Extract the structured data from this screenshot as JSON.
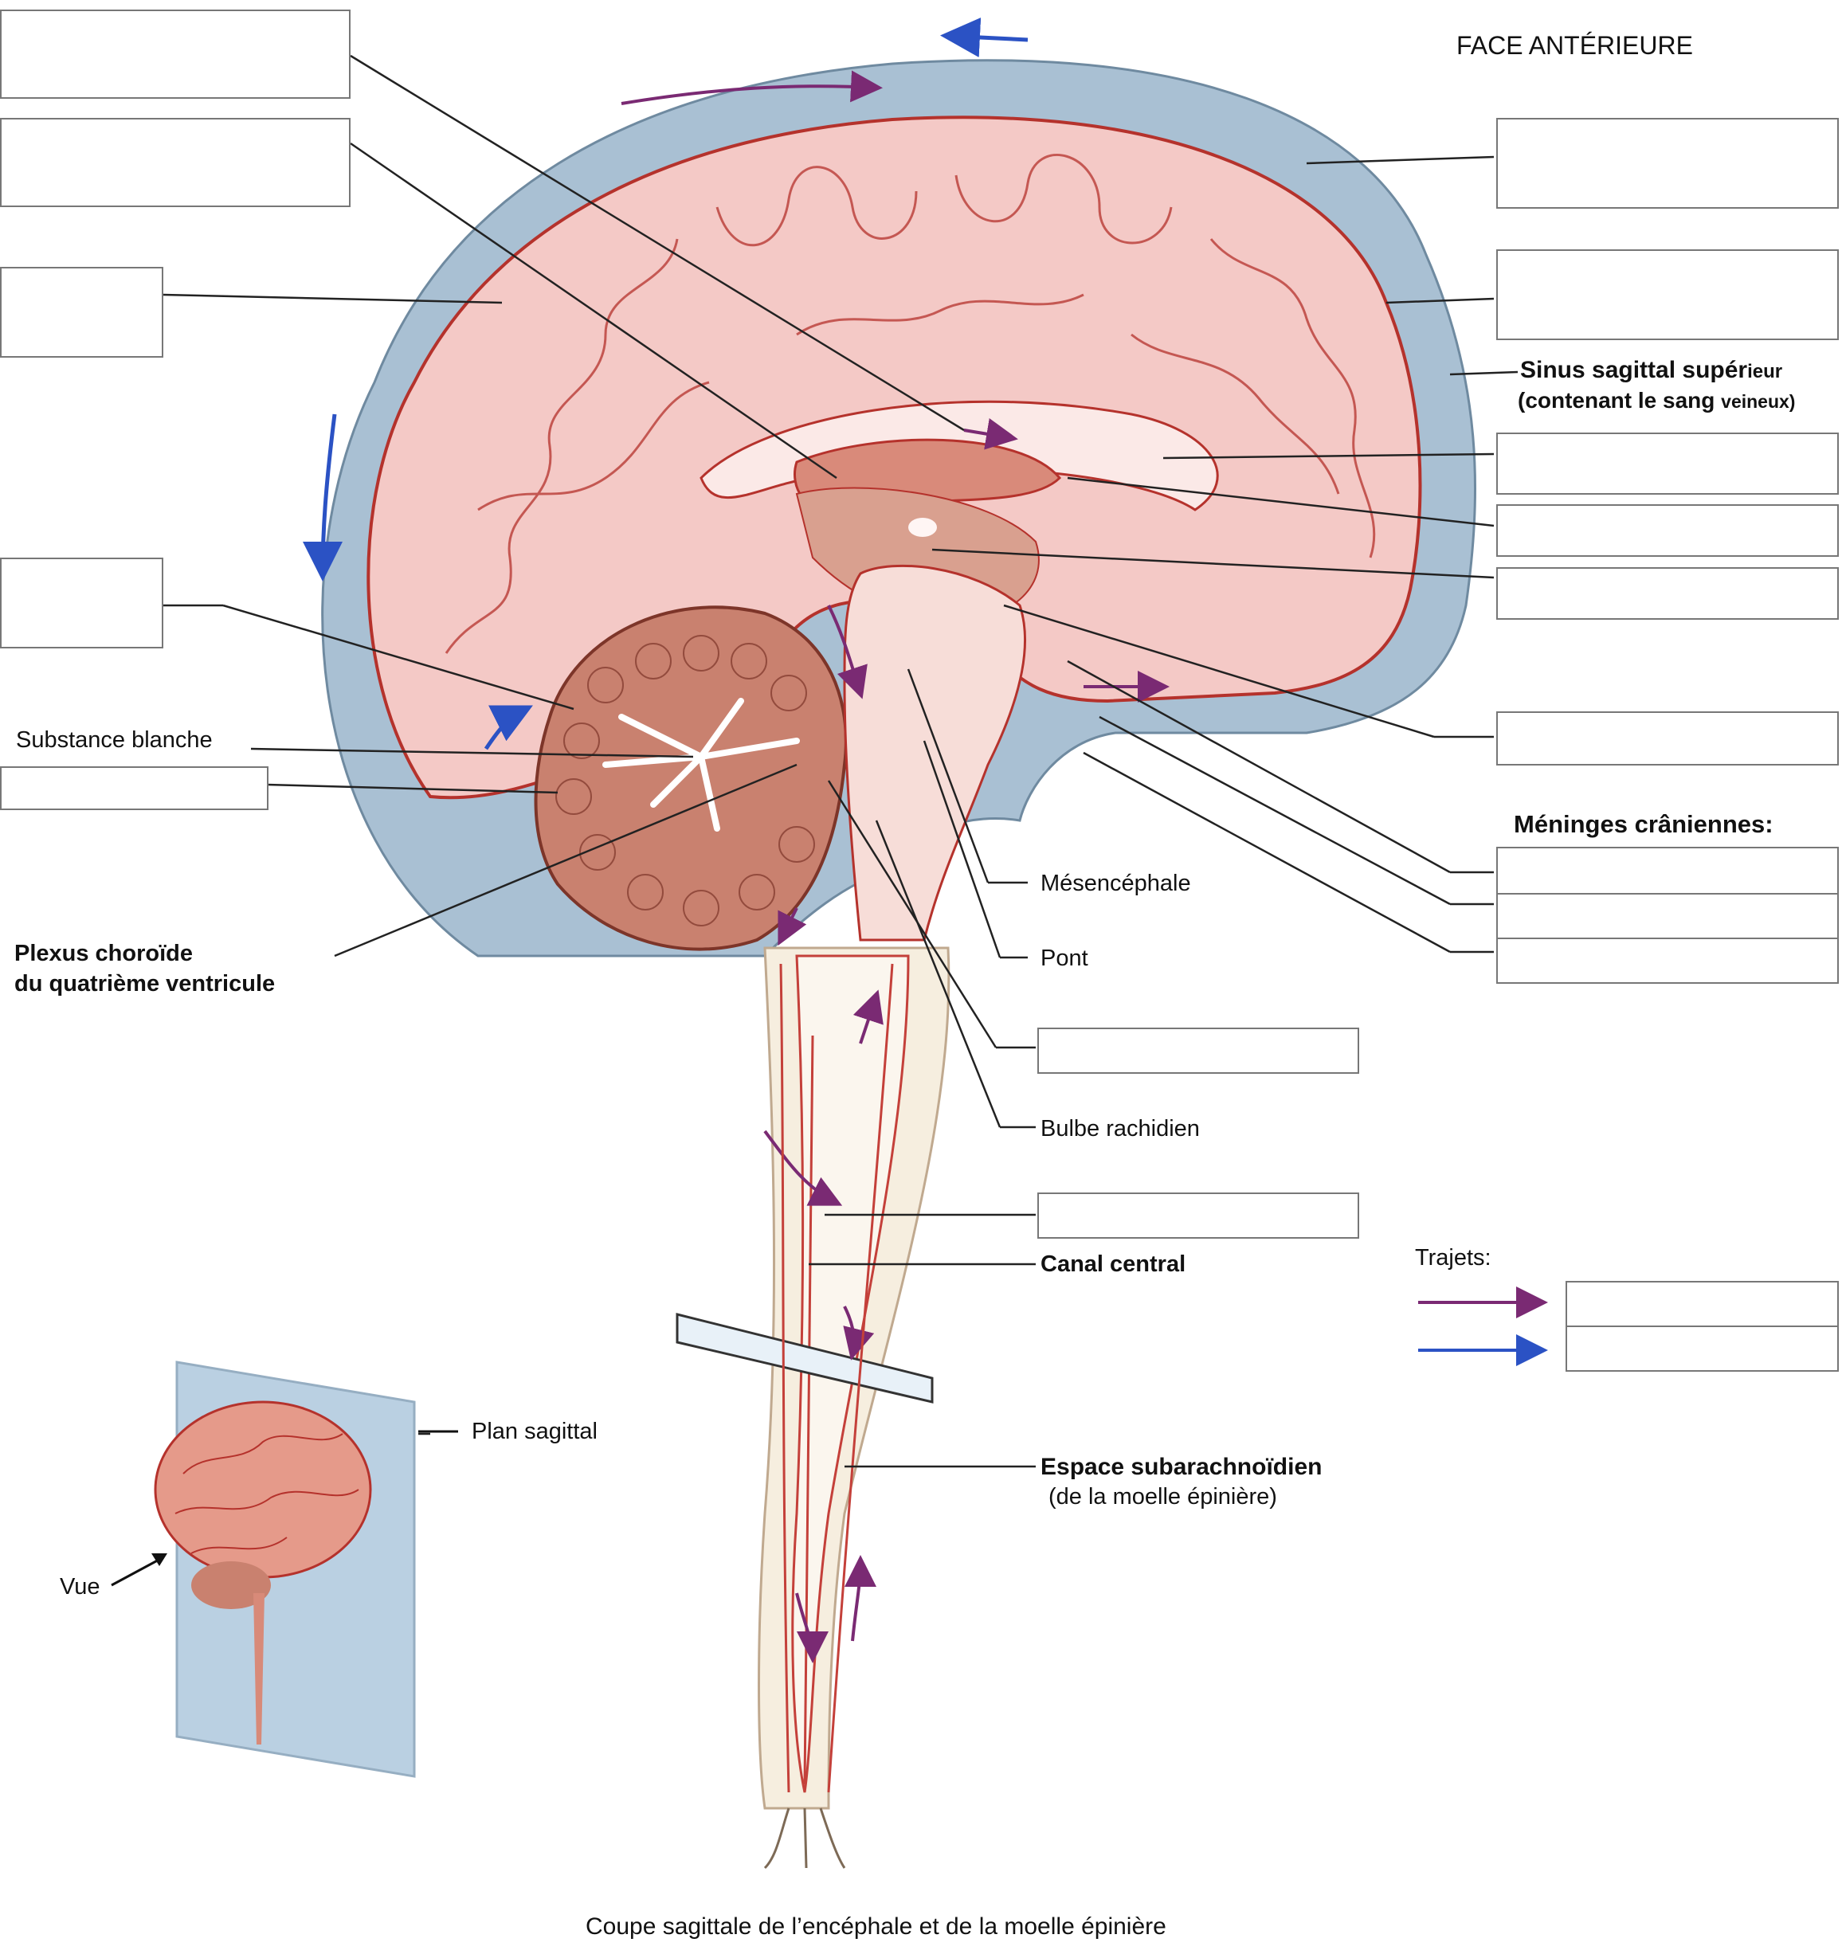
{
  "header": {
    "orientation": "FACE ANTÉRIEURE"
  },
  "caption": "Coupe sagittale de l’encéphale et de la moelle épinière",
  "labels": {
    "substance_blanche": "Substance blanche",
    "plexus_line1": "Plexus choroïde",
    "plexus_line2": "du quatrième ventricule",
    "sinus_line1_main": "Sinus sagittal supér",
    "sinus_line1_end": "ieur",
    "sinus_line2_main": "(contenant le sang ",
    "sinus_line2_end": "veineux)",
    "meninges": "Méninges crâniennes:",
    "mesencephale": "Mésencéphale",
    "pont": "Pont",
    "bulbe": "Bulbe rachidien",
    "canal_central": "Canal central",
    "espace_line1": "Espace subarachnoïdien",
    "espace_line2": "(de la moelle épinière)",
    "plan_sagittal": "Plan sagittal",
    "vue": "Vue",
    "trajets": "Trajets:"
  },
  "blank_boxes": [
    {
      "id": "box-top-left-1",
      "text": ""
    },
    {
      "id": "box-top-left-2",
      "text": ""
    },
    {
      "id": "box-left-3",
      "text": ""
    },
    {
      "id": "box-left-4",
      "text": ""
    },
    {
      "id": "box-left-5",
      "text": ""
    },
    {
      "id": "box-right-1",
      "text": ""
    },
    {
      "id": "box-right-2",
      "text": ""
    },
    {
      "id": "box-right-3",
      "text": ""
    },
    {
      "id": "box-right-4",
      "text": ""
    },
    {
      "id": "box-right-5",
      "text": ""
    },
    {
      "id": "box-right-6",
      "text": ""
    },
    {
      "id": "box-meninges-1",
      "text": ""
    },
    {
      "id": "box-meninges-2",
      "text": ""
    },
    {
      "id": "box-meninges-3",
      "text": ""
    },
    {
      "id": "box-center-1",
      "text": ""
    },
    {
      "id": "box-center-2",
      "text": ""
    },
    {
      "id": "box-trajet-purple",
      "text": ""
    },
    {
      "id": "box-trajet-blue",
      "text": ""
    }
  ],
  "colors": {
    "purple_arrow": "#7a2a73",
    "blue_arrow": "#2b52c4",
    "brain_fill": "#f4c9c6",
    "gyrus_line": "#b5322c",
    "sinus_blue": "#a9c0d3",
    "cerebellum": "#c9816f"
  }
}
